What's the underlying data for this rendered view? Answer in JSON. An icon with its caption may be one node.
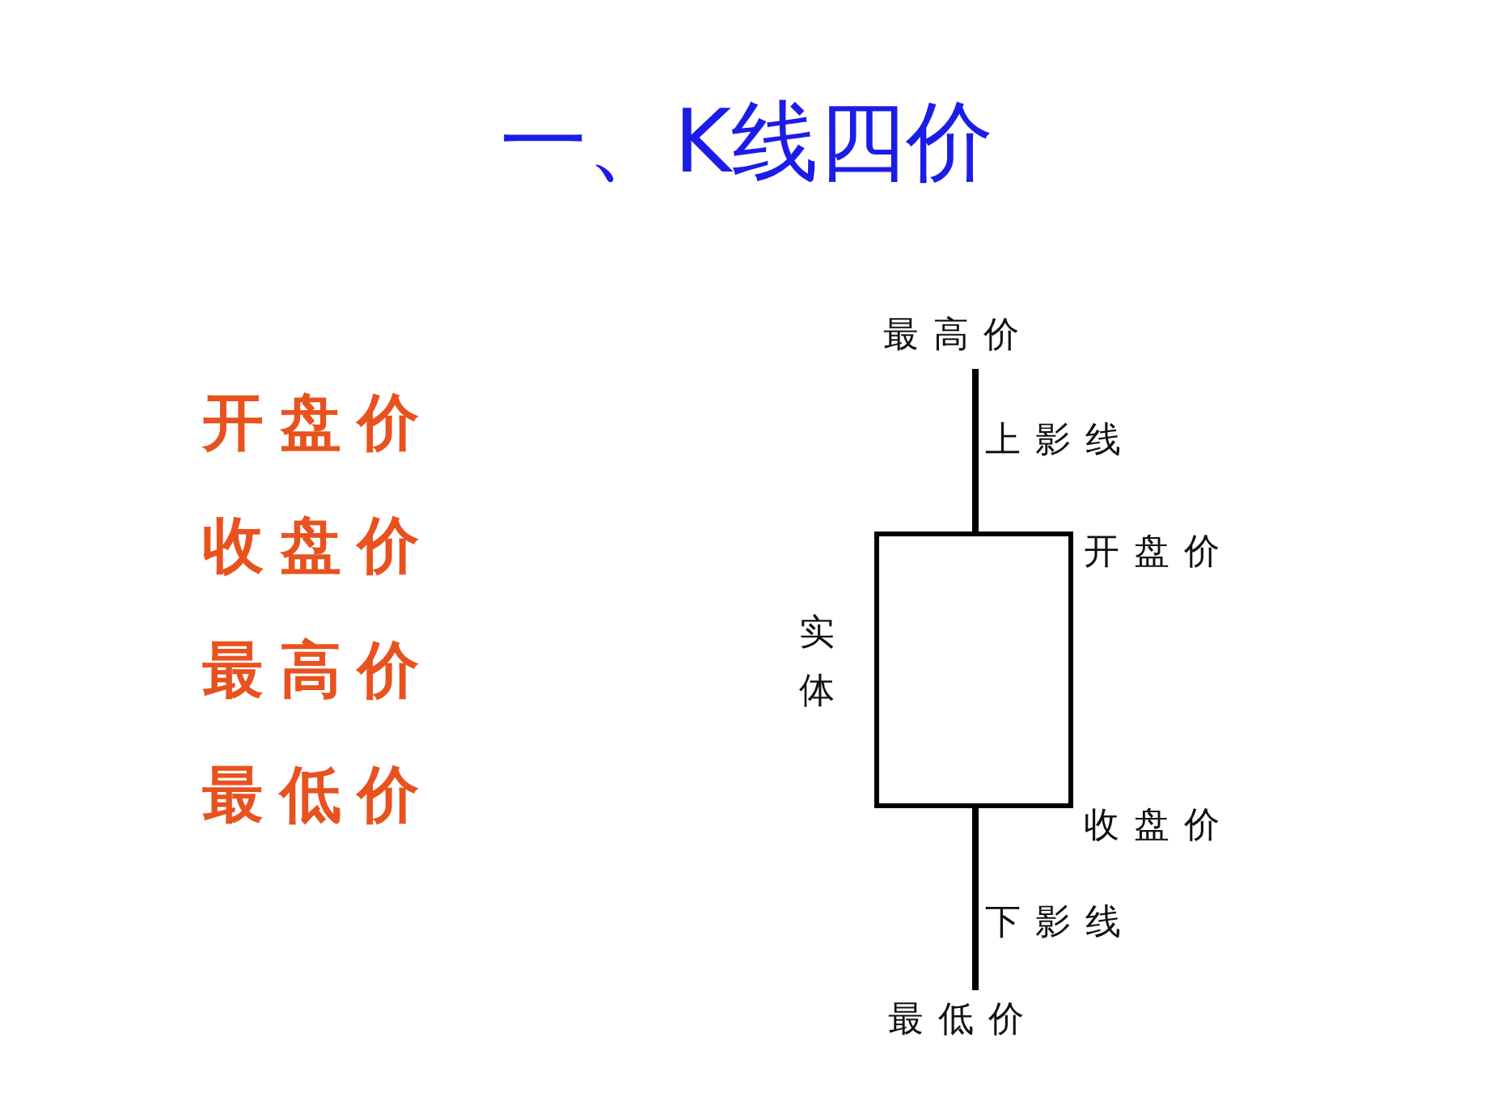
{
  "diagram": {
    "title": "一、K线四价",
    "labels": [
      "开盘价",
      "收盘价",
      "最高价",
      "最低价",
      "最高价",
      "上影线",
      "开盘价",
      "实体",
      "收盘价",
      "下影线",
      "最低价"
    ]
  }
}
